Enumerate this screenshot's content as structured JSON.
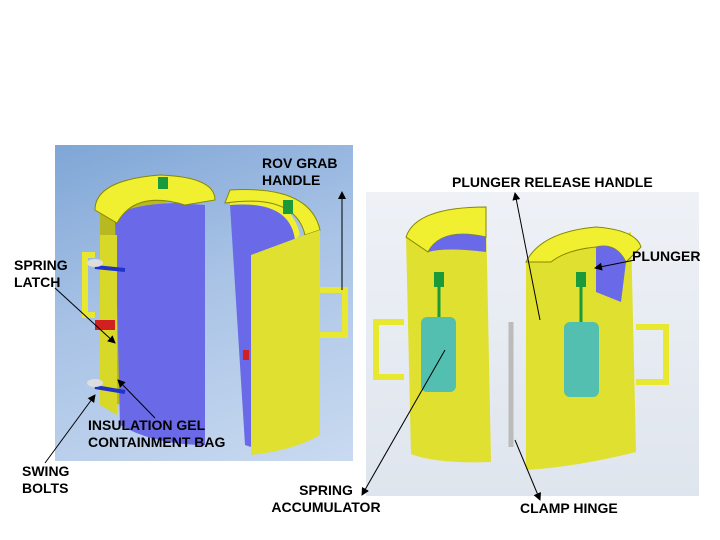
{
  "labels": {
    "rov_grab_handle": [
      "ROV GRAB",
      "HANDLE"
    ],
    "spring_latch": [
      "SPRING",
      "LATCH"
    ],
    "insulation_gel": [
      "INSULATION GEL",
      "CONTAINMENT BAG"
    ],
    "swing_bolts": [
      "SWING",
      "BOLTS"
    ],
    "plunger_release_handle": "PLUNGER RELEASE HANDLE",
    "plunger": "PLUNGER",
    "spring_accumulator": [
      "SPRING",
      "ACCUMULATOR"
    ],
    "clamp_hinge": "CLAMP HINGE"
  },
  "colors": {
    "yellow": "#e8e830",
    "blue": "#6a6ae8",
    "teal": "#3ab8c8",
    "green": "#1a9a3a",
    "red": "#d02020"
  }
}
